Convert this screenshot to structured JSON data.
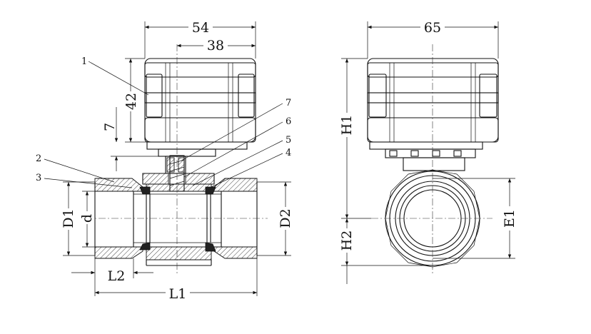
{
  "dimensions": {
    "width_54": "54",
    "width_38": "38",
    "height_42": "42",
    "height_7": "7",
    "width_65": "65",
    "H1": "H1",
    "H2": "H2",
    "D1": "D1",
    "d": "d",
    "D2": "D2",
    "E1": "E1",
    "L1": "L1",
    "L2": "L2"
  },
  "callouts": [
    "1",
    "2",
    "3",
    "4",
    "5",
    "6",
    "7"
  ]
}
